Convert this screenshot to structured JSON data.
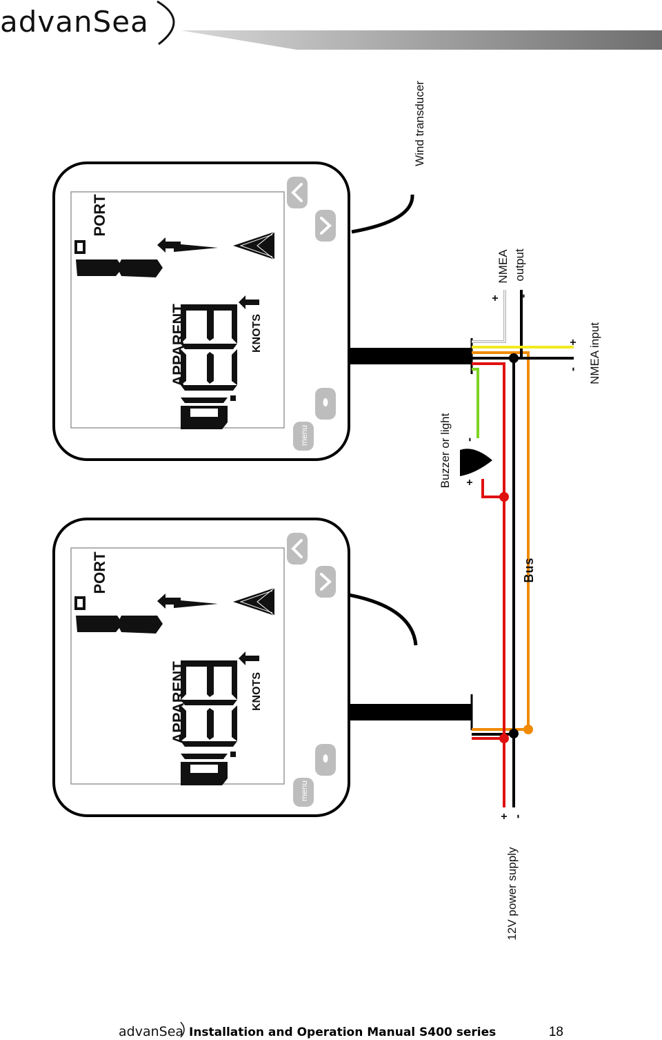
{
  "header": {
    "brand": "advanSea"
  },
  "labels": {
    "wind_transducer": "Wind transducer",
    "nmea_output_1": "NMEA",
    "nmea_output_2": "output",
    "nmea_input": "NMEA input",
    "buzzer": "Buzzer or light",
    "bus": "Bus",
    "power_supply": "12V power supply",
    "plus": "+",
    "minus": "-"
  },
  "instrument": {
    "mode": "APPARENT",
    "unit": "KNOTS",
    "side": "PORT",
    "digits": "18.8",
    "angle_digit": "0",
    "menu_button": "menu"
  },
  "footer": {
    "brand": "advanSea",
    "title": "Installation and Operation Manual S400 series",
    "page_number": "18"
  },
  "colors": {
    "red_wire": "#e01010",
    "black_wire": "#000000",
    "orange_wire": "#f08a00",
    "yellow_wire": "#f2ea1e",
    "green_wire": "#7ed321",
    "white_wire": "#c8c8c8"
  }
}
